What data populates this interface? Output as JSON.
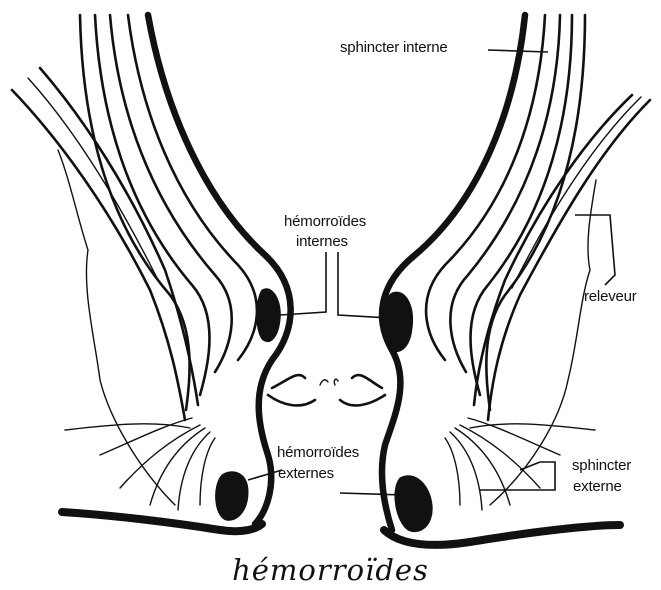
{
  "labels": {
    "sphincter_interne": "sphincter interne",
    "hemorroides_internes_1": "hémorroïdes",
    "hemorroides_internes_2": "internes",
    "releveur": "releveur",
    "hemorroides_externes_1": "hémorroïdes",
    "hemorroides_externes_2": "externes",
    "sphincter_externe_1": "sphincter",
    "sphincter_externe_2": "externe"
  },
  "caption": "hémorroïdes",
  "colors": {
    "ink": "#111111",
    "background": "#ffffff"
  }
}
